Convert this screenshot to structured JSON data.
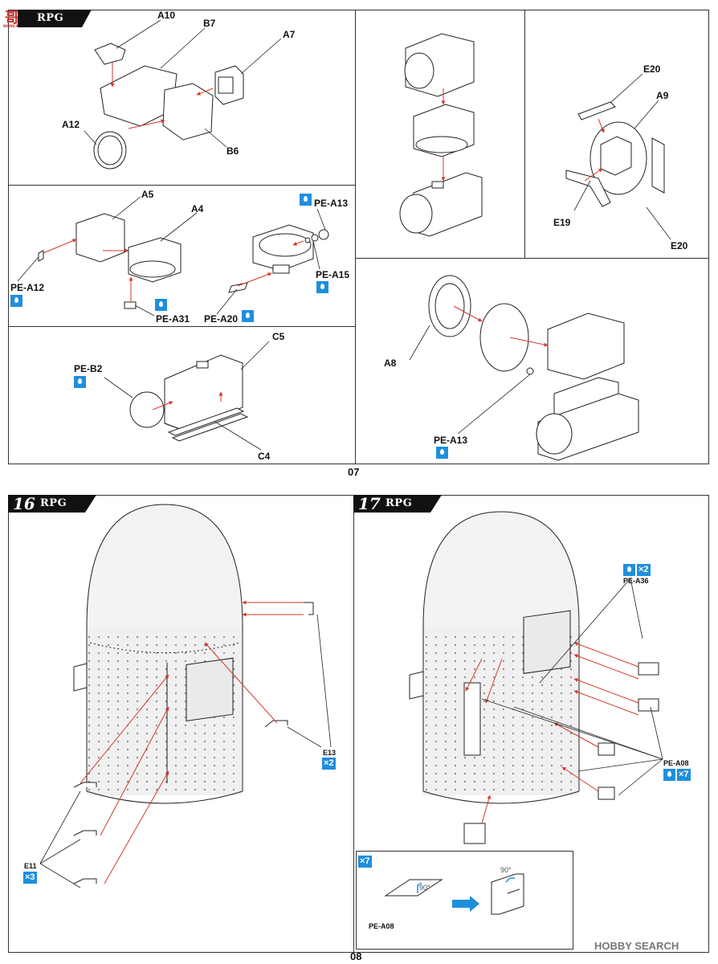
{
  "page": {
    "top_number": "07",
    "bottom_number": "08"
  },
  "brand": {
    "logo_text": "RPG",
    "corner_mark": "哥",
    "corner_sub": "www.xxxx.com"
  },
  "top_labels": {
    "a10": "A10",
    "b7": "B7",
    "a7": "A7",
    "a12": "A12",
    "b6": "B6",
    "a5": "A5",
    "a4": "A4",
    "pe_a13_1": "PE-A13",
    "pe_a15": "PE-A15",
    "pe_a12": "PE-A12",
    "pe_a31": "PE-A31",
    "pe_a20": "PE-A20",
    "pe_b2": "PE-B2",
    "c5": "C5",
    "c4": "C4",
    "e20_top": "E20",
    "a9": "A9",
    "e19": "E19",
    "e20_bottom": "E20",
    "a8": "A8",
    "pe_a13_2": "PE-A13"
  },
  "step16": {
    "number": "16",
    "e13": "E13",
    "e13_count": "×2",
    "e11": "E11",
    "e11_count": "×3"
  },
  "step17": {
    "number": "17",
    "pe_a36": "PE-A36",
    "pe_a36_count": "×2",
    "pe_a08": "PE-A08",
    "pe_a08_count": "×7",
    "inset_count": "×7",
    "angle1": "90°",
    "angle2": "90°",
    "inset_part": "PE-A08"
  },
  "watermark": {
    "text": "HOBBY SEARCH"
  },
  "colors": {
    "accent_blue": "#1f8fdd",
    "arrow_red": "#d23a2a",
    "ink": "#222222"
  }
}
